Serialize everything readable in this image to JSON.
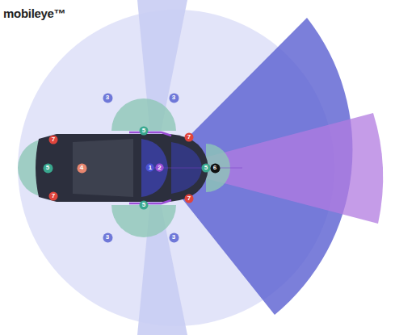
{
  "diagram": {
    "nodes": [
      {
        "text": [
          "3"
        ]
      },
      {
        "text": [
          "3"
        ]
      },
      {
        "text": [
          "5"
        ]
      },
      {
        "text": [
          "7"
        ]
      },
      {
        "text": [
          "7"
        ]
      },
      {
        "text": [
          "5"
        ]
      },
      {
        "text": [
          "4"
        ]
      },
      {
        "text": [
          "1"
        ]
      },
      {
        "text": [
          "2"
        ]
      },
      {
        "text": [
          "5"
        ]
      },
      {
        "text": [
          "6"
        ]
      },
      {
        "text": [
          "7"
        ]
      },
      {
        "text": [
          "7"
        ]
      },
      {
        "text": [
          "5"
        ]
      },
      {
        "text": [
          "3"
        ]
      },
      {
        "text": [
          "3"
        ]
      }
    ],
    "labels": [
      "mobileye™"
    ]
  }
}
